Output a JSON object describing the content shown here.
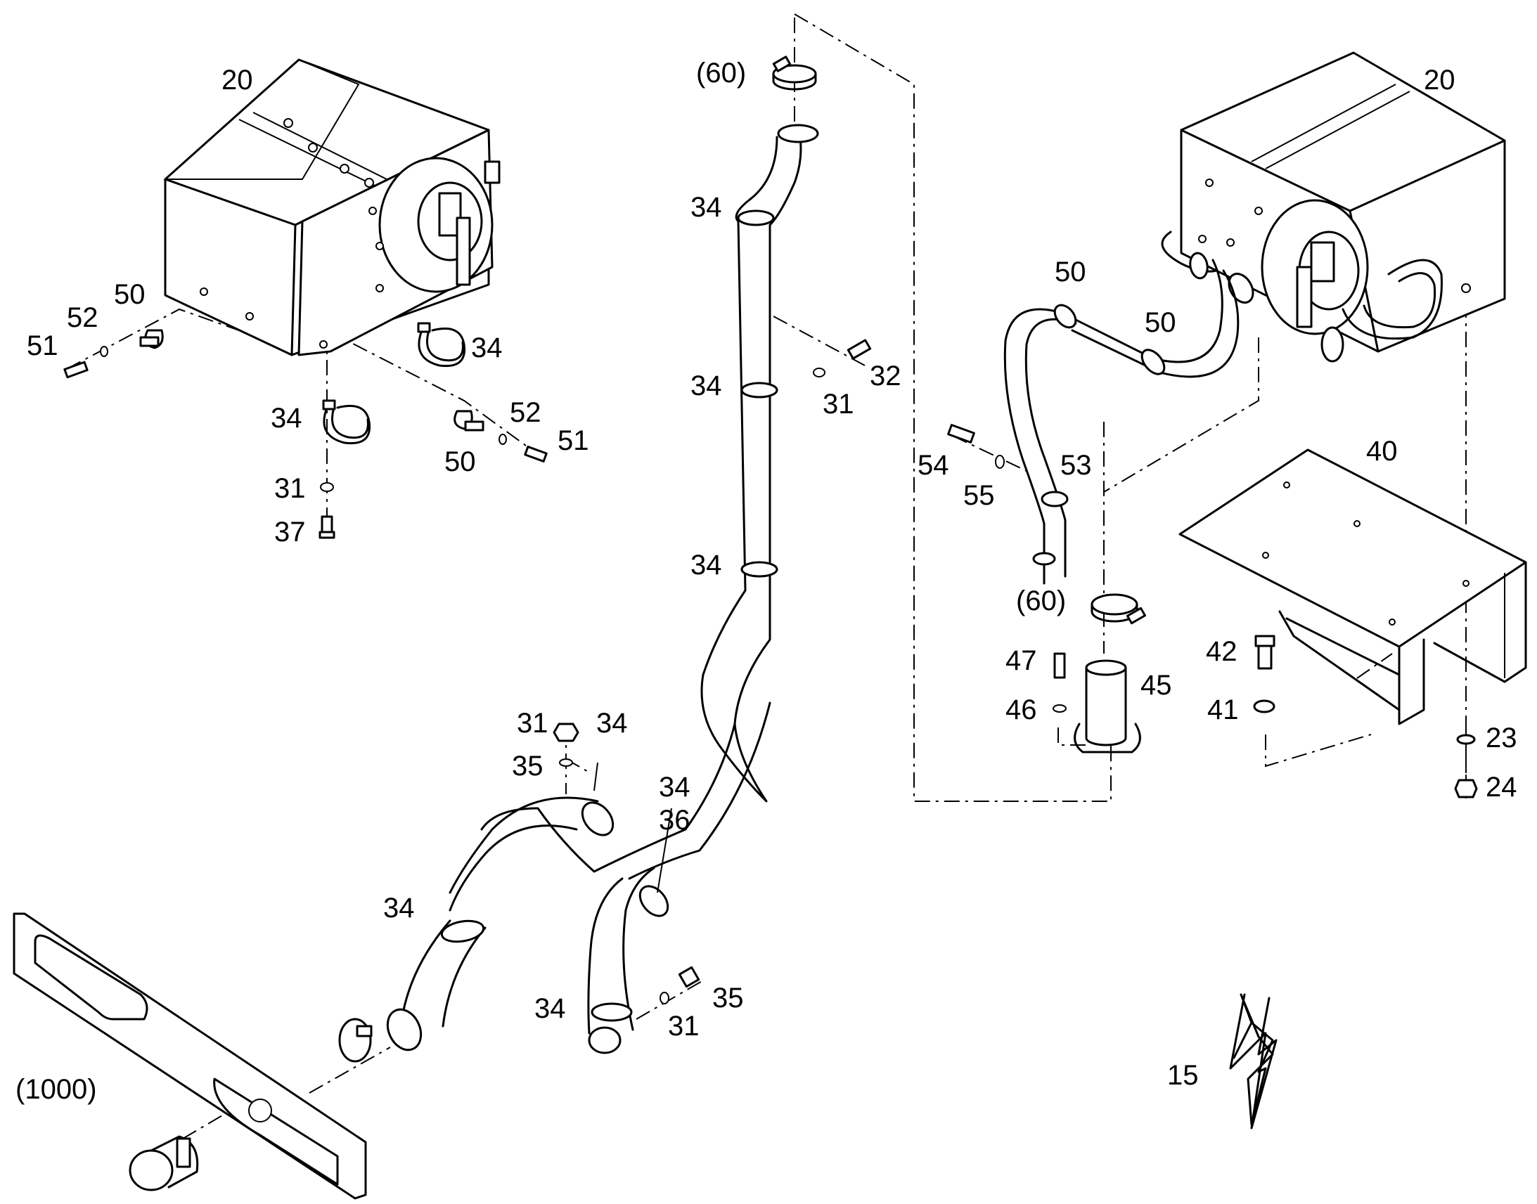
{
  "callouts": {
    "top_left_unit": "20",
    "top_right_unit": "20",
    "clamp_60_top": "(60)",
    "clamp_60_mid": "(60)",
    "panel_1000": "(1000)",
    "flash_15": "15",
    "bracket_40": "40",
    "tl_50a": "50",
    "tl_52a": "52",
    "tl_51a": "51",
    "tl_34a": "34",
    "tl_34b": "34",
    "tl_31": "31",
    "tl_37": "37",
    "tl_52b": "52",
    "tl_51b": "51",
    "tl_50b": "50",
    "v_34a": "34",
    "v_34b": "34",
    "v_34c": "34",
    "v_32": "32",
    "v_31": "31",
    "b_31a": "31",
    "b_34a": "34",
    "b_35a": "35",
    "b_34b": "34",
    "b_36": "36",
    "b_34c": "34",
    "b_34d": "34",
    "b_35b": "35",
    "b_31b": "31",
    "r_50a": "50",
    "r_50b": "50",
    "r_54": "54",
    "r_55": "55",
    "r_53": "53",
    "r_47": "47",
    "r_46": "46",
    "r_45": "45",
    "r_42": "42",
    "r_41": "41",
    "r_23": "23",
    "r_24": "24"
  }
}
